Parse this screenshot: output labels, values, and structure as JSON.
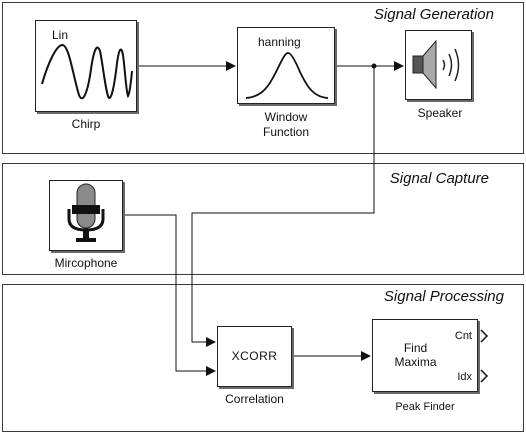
{
  "panels": {
    "generation": {
      "title": "Signal Generation"
    },
    "capture": {
      "title": "Signal Capture"
    },
    "processing": {
      "title": "Signal Processing"
    }
  },
  "blocks": {
    "chirp": {
      "inner_label": "Lin",
      "caption": "Chirp"
    },
    "window": {
      "inner_label": "hanning",
      "caption_line1": "Window",
      "caption_line2": "Function"
    },
    "speaker": {
      "caption": "Speaker"
    },
    "microphone": {
      "caption": "Mircophone"
    },
    "correlation": {
      "inner_label": "XCORR",
      "caption": "Correlation"
    },
    "peak_finder": {
      "inner_label_line1": "Find",
      "inner_label_line2": "Maxima",
      "port_cnt": "Cnt",
      "port_idx": "Idx",
      "caption": "Peak Finder"
    }
  },
  "icons": [
    "chirp-waveform-icon",
    "hanning-window-icon",
    "speaker-icon",
    "microphone-icon",
    "output-port-icon"
  ]
}
